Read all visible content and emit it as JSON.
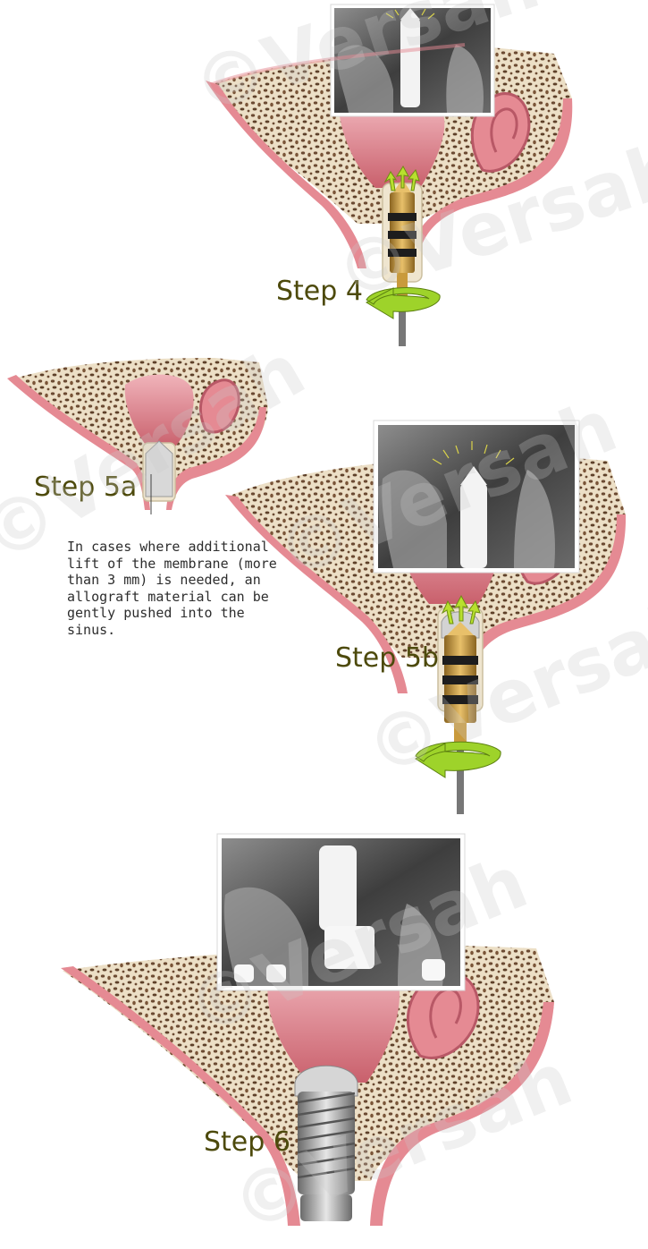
{
  "steps": {
    "step4": {
      "label": "Step 4"
    },
    "step5a": {
      "label": "Step 5a",
      "caption": "In cases where additional\nlift of the membrane (more\nthan 3 mm) is needed, an\nallograft material can be\ngently pushed into the\nsinus."
    },
    "step5b": {
      "label": "Step 5b"
    },
    "step6": {
      "label": "Step 6"
    }
  },
  "watermark": {
    "text": "©Versah"
  },
  "colors": {
    "bone": "#e9dcc4",
    "bone_pore": "#6b4a32",
    "gum": "#e58a93",
    "gum_dark": "#c8606c",
    "sinus": "#d97a86",
    "drill_gold": "#c99a3c",
    "drill_band": "#1d1d1d",
    "arrow_green": "#9ed32a",
    "label": "#4d4a0c"
  },
  "icons": {
    "rotation": "rotation-arrow-icon",
    "lift": "lift-arrow-icon"
  }
}
